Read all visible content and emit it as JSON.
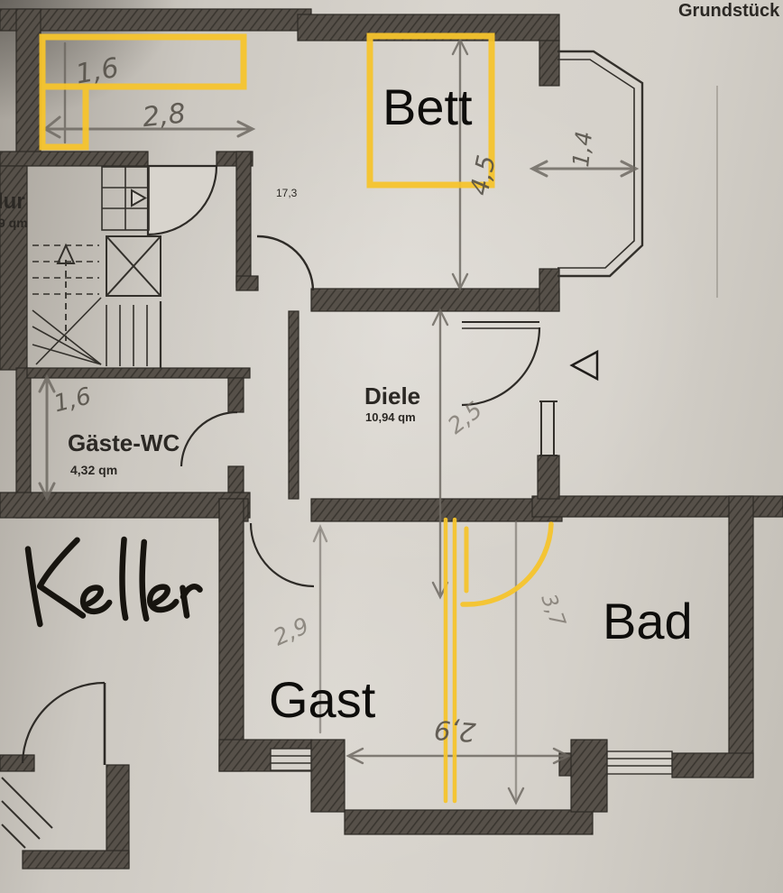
{
  "document": {
    "type": "floor-plan-photo",
    "corner_text": "Grundstück"
  },
  "labels": {
    "grundstueck": "Grundstück",
    "flur_fragment": "lur",
    "flur_area_fragment": "9 qm",
    "bett": "Bett",
    "diele": "Diele",
    "diele_area": "10,94 qm",
    "gaeste_wc": "Gäste-WC",
    "gaeste_wc_area": "4,32 qm",
    "gast": "Gast",
    "bad": "Bad",
    "keller": "Keller",
    "print_dim": "17,3"
  },
  "dimensions": {
    "top_left_width": "1,6",
    "top_left_length": "2,8",
    "bett_depth": "4,5",
    "bay_width": "1,4",
    "diele_depth": "2,5",
    "wc_width": "1,6",
    "gast_depth": "2,9",
    "bad_depth": "3,7",
    "gast_width": "2,9"
  },
  "annotation_colors": {
    "highlight_yellow": "#f6c42d",
    "pencil_gray": "#6e6962",
    "marker_black": "#17140f",
    "wall_dark": "#4c473f",
    "paper_light": "#d9d5ce"
  }
}
